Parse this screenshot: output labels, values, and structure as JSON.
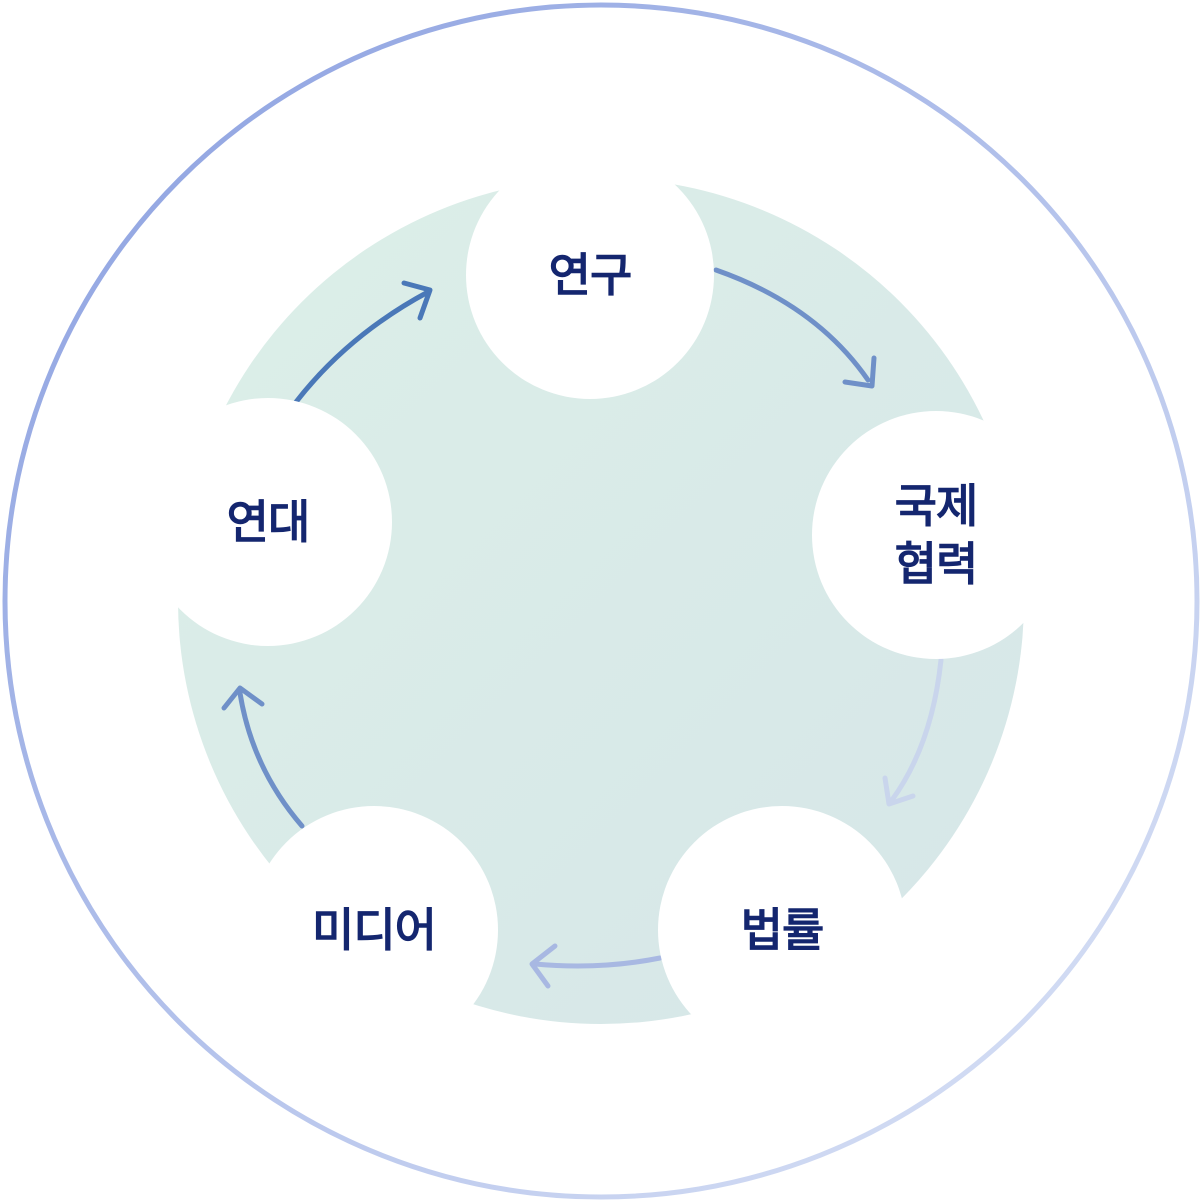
{
  "nodes": [
    {
      "id": "research",
      "label": "연구"
    },
    {
      "id": "international",
      "label": "국제\n협력"
    },
    {
      "id": "law",
      "label": "법률"
    },
    {
      "id": "media",
      "label": "미디어"
    },
    {
      "id": "solidarity",
      "label": "연대"
    }
  ],
  "colors": {
    "label": "#14266f",
    "inner_fill_start": "#dcefe8",
    "inner_fill_end": "#d6e6e8",
    "ring_start": "#8a9fe0",
    "ring_end": "#dce4f6",
    "node_fill": "#ffffff"
  },
  "cycle_direction": "clockwise"
}
